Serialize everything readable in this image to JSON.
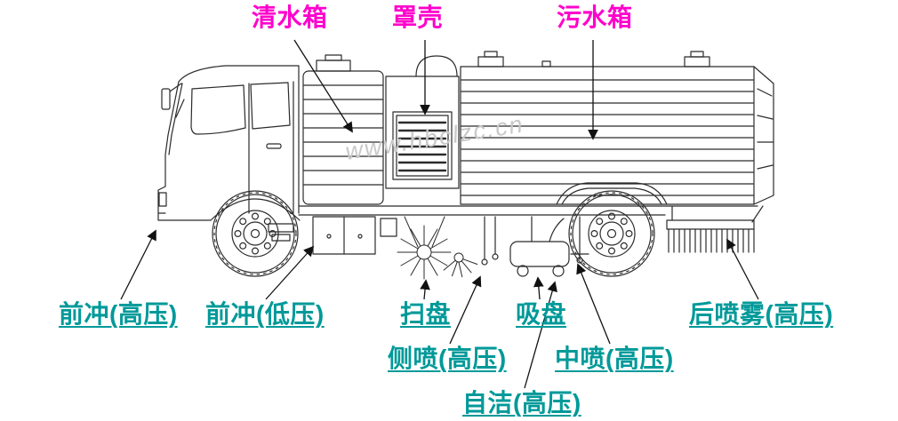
{
  "colors": {
    "top_label": "#ff00cc",
    "bottom_label": "#009999",
    "line_art": "#2b2b2b",
    "watermark": "#c9c9c9"
  },
  "watermark": {
    "text": "www.hbclzc.cn"
  },
  "labels": {
    "top": [
      {
        "key": "clean-water-tank",
        "text": "清水箱"
      },
      {
        "key": "cover-shell",
        "text": "罩壳"
      },
      {
        "key": "sewage-water-tank",
        "text": "污水箱"
      }
    ],
    "bottom": [
      {
        "key": "front-flush-high-pressure",
        "text": "前冲(高压)"
      },
      {
        "key": "front-flush-low-pressure",
        "text": "前冲(低压)"
      },
      {
        "key": "sweep-disc",
        "text": "扫盘"
      },
      {
        "key": "suction-disc",
        "text": "吸盘"
      },
      {
        "key": "rear-spray-high-pressure",
        "text": "后喷雾(高压)"
      },
      {
        "key": "side-spray-high-pressure",
        "text": "侧喷(高压)"
      },
      {
        "key": "middle-spray-high-pressure",
        "text": "中喷(高压)"
      },
      {
        "key": "self-clean-high-pressure",
        "text": "自洁(高压)"
      }
    ]
  }
}
